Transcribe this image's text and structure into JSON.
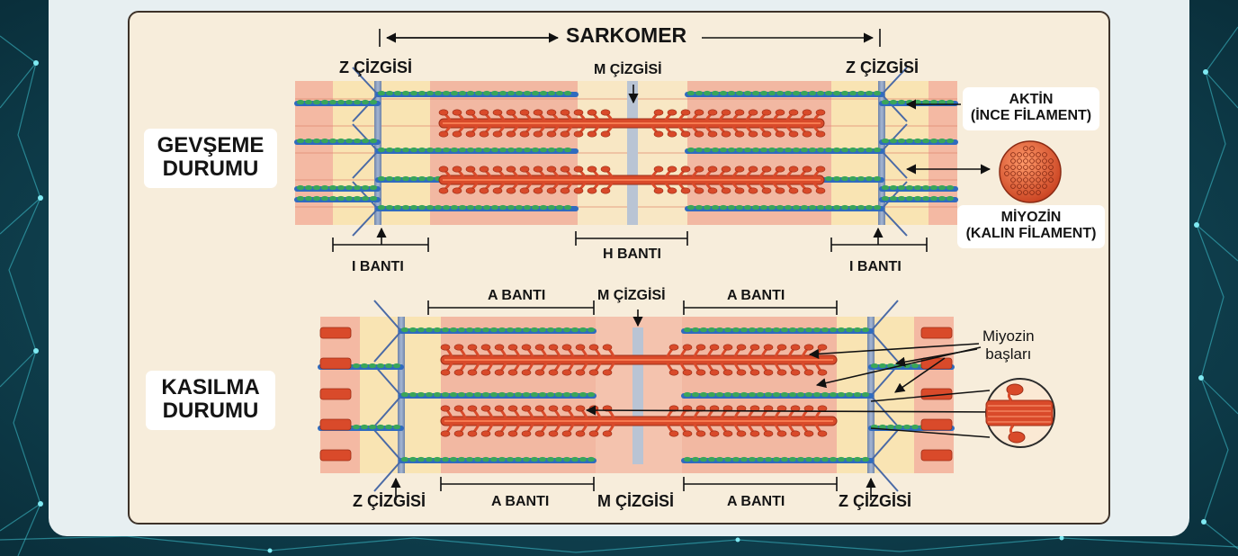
{
  "colors": {
    "background": "#0e3d4c",
    "card": "#e7eff1",
    "panel": "#f7eddb",
    "actin_blue": "#2f6bbf",
    "actin_green": "#3aa55a",
    "myosin": "#d94a2a",
    "z_line": "#8ea2c4",
    "i_band": "#f9e4b3",
    "a_band": "#f2b8a2"
  },
  "diagram": {
    "sarcomere_label": "SARKOMER",
    "relaxed": {
      "state_title_line1": "GEVŞEME",
      "state_title_line2": "DURUMU",
      "z_line_left": "Z ÇİZGİSİ",
      "z_line_right": "Z ÇİZGİSİ",
      "m_line": "M ÇİZGİSİ",
      "i_band_left": "I BANTI",
      "i_band_right": "I BANTI",
      "h_band": "H BANTI"
    },
    "legend": {
      "actin_line1": "AKTİN",
      "actin_line2": "(İNCE FİLAMENT)",
      "myosin_line1": "MİYOZİN",
      "myosin_line2": "(KALIN FİLAMENT)",
      "myosin_heads_line1": "Miyozin",
      "myosin_heads_line2": "başları"
    },
    "contracted": {
      "state_title_line1": "KASILMA",
      "state_title_line2": "DURUMU",
      "a_band_top_left": "A BANTI",
      "a_band_top_right": "A BANTI",
      "m_line_top": "M ÇİZGİSİ",
      "z_line_left": "Z ÇİZGİSİ",
      "a_band_bottom_left": "A BANTI",
      "m_line_bottom": "M ÇİZGİSİ",
      "a_band_bottom_right": "A BANTI",
      "z_line_right": "Z ÇİZGİSİ"
    }
  }
}
